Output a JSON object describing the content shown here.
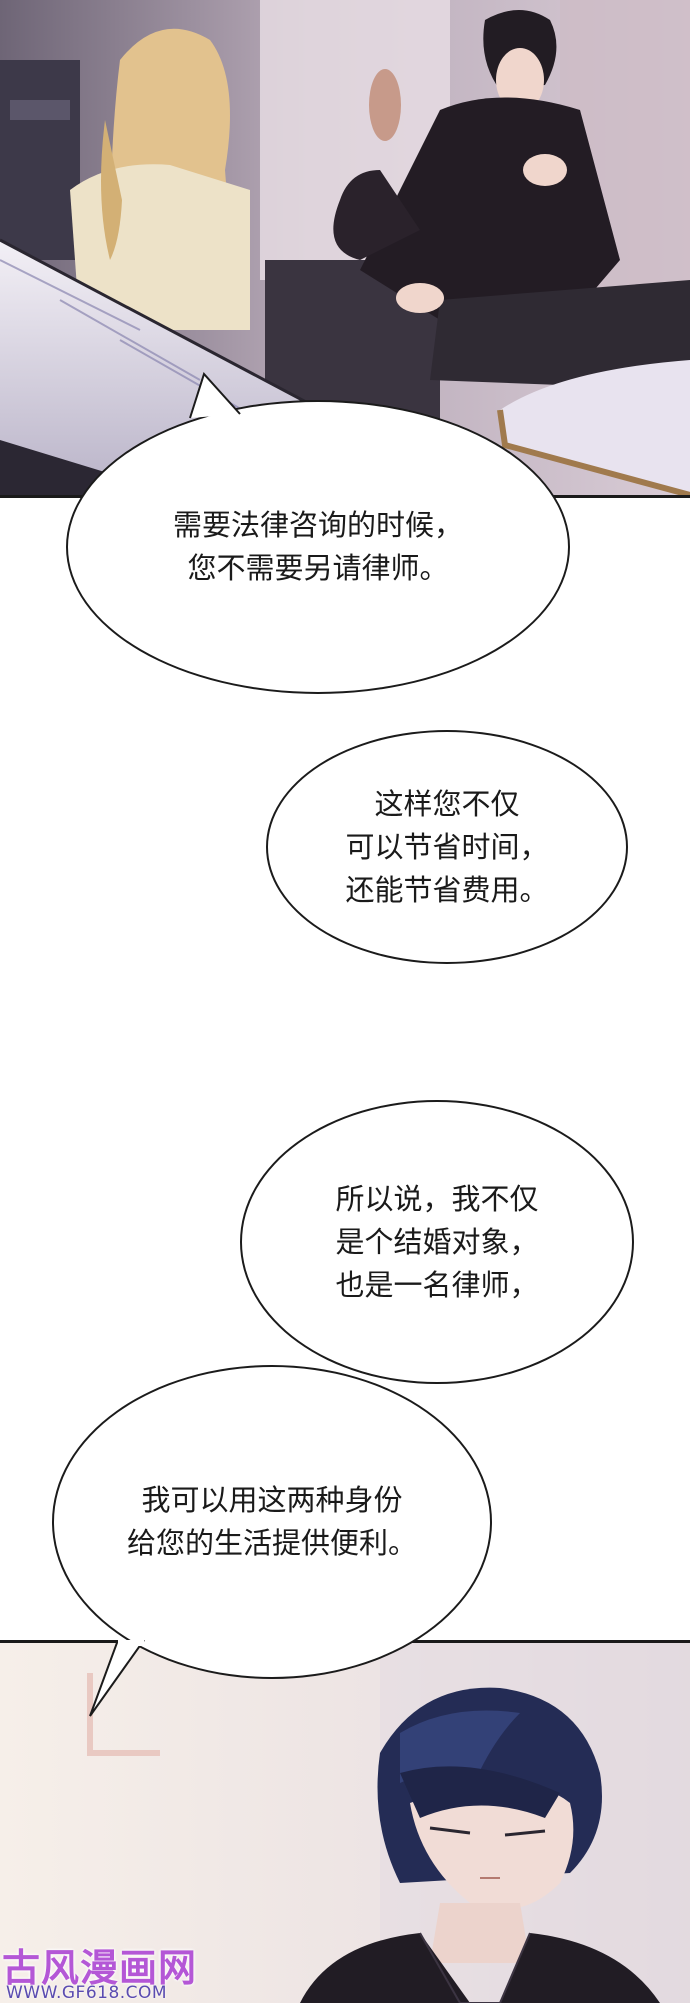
{
  "bubbles": {
    "b1": [
      "需要法律咨询的时候，",
      "您不需要另请律师。"
    ],
    "b2": [
      "这样您不仅",
      "可以节省时间，",
      "还能节省费用。"
    ],
    "b3": [
      "所以说，我不仅",
      "是个结婚对象，",
      "也是一名律师，"
    ],
    "b4": [
      "我可以用这两种身份",
      "给您的生活提供便利。"
    ]
  },
  "watermark": {
    "title": "古风漫画网",
    "url": "WWW.GF618.COM"
  },
  "colors": {
    "panel_border": "#1a1a1a",
    "bubble_outline": "#1b1b1b",
    "watermark_purple": "#b457d6"
  }
}
